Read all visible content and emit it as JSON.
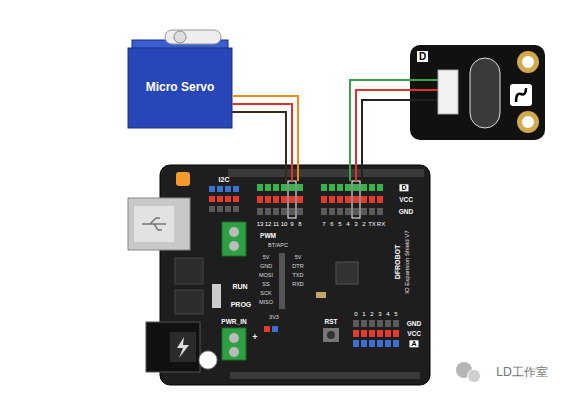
{
  "diagram": {
    "nodes": [
      {
        "text": [
          "Micro Servo"
        ]
      },
      {
        "text": [
          "D"
        ]
      },
      {
        "text": [
          "DFROBOT",
          "IO Expansion Shield V7"
        ]
      }
    ],
    "edges": [
      {
        "from": 0,
        "to": 2,
        "arrow": "none"
      },
      {
        "from": 0,
        "to": 2,
        "arrow": "none"
      },
      {
        "from": 0,
        "to": 2,
        "arrow": "none"
      },
      {
        "from": 1,
        "to": 2,
        "arrow": "none"
      },
      {
        "from": 1,
        "to": 2,
        "arrow": "none"
      },
      {
        "from": 1,
        "to": 2,
        "arrow": "none"
      }
    ],
    "labels": [
      "I2C",
      "D",
      "VCC",
      "GND",
      "13",
      "12",
      "11",
      "10",
      "9",
      "8",
      "7",
      "6",
      "5",
      "4",
      "3",
      "2",
      "TX",
      "RX",
      "PWM",
      "BT/APC",
      "5V",
      "GND",
      "MOSI",
      "SS",
      "SCK",
      "MISO",
      "5V",
      "DTR",
      "TXD",
      "RXD",
      "3V3",
      "RUN",
      "PROG",
      "PWR_IN",
      "+",
      "RST",
      "0",
      "1",
      "2",
      "3",
      "4",
      "5",
      "GND",
      "VCC",
      "A",
      "LD工作室"
    ]
  }
}
